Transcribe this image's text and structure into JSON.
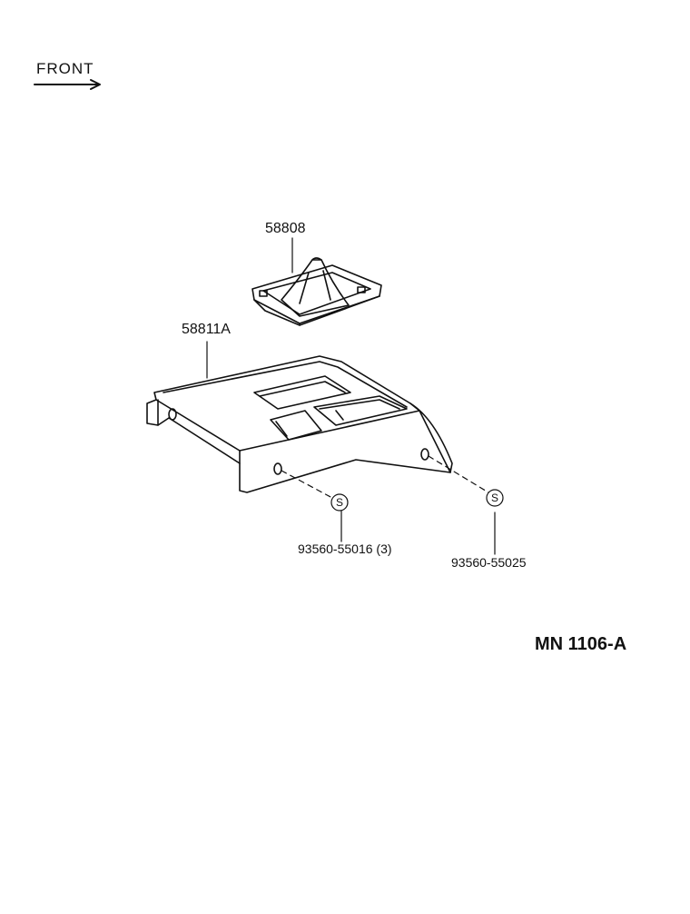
{
  "orientation": {
    "label": "FRONT"
  },
  "callouts": {
    "shift_boot": "58808",
    "console_panel": "58811A",
    "screw_left": "93560-55016 (3)",
    "screw_right": "93560-55025",
    "screw_symbol": "S"
  },
  "diagram_code": "MN 1106-A"
}
